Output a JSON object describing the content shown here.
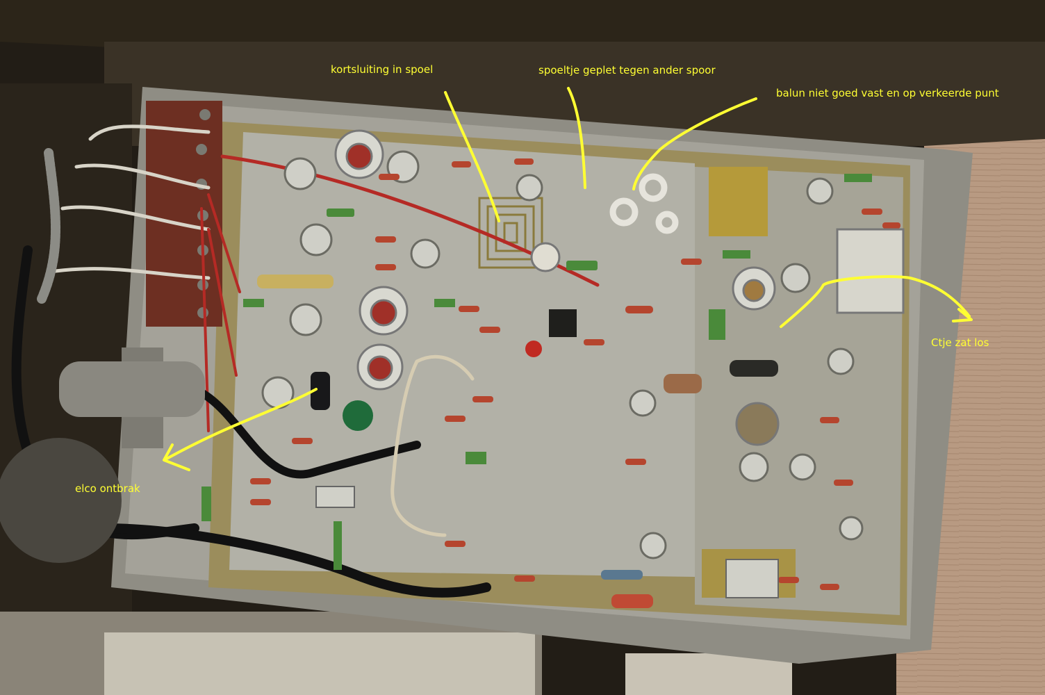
{
  "annotations": {
    "short_circuit_coil": "kortsluiting in spoel",
    "coil_pressed": "spoeltje geplet tegen ander spoor",
    "balun_loose": "balun niet goed vast en op verkeerde punt",
    "ct_loose": "Ctje zat los",
    "elco_missing": "elco ontbrak"
  },
  "colors": {
    "annotation": "#ffff33",
    "pcb_substrate": "#9a8c5a",
    "pcb_copper": "#b9b8ad",
    "chassis": "#8e8c82",
    "resistor_body": "#b5452e",
    "capacitor_green": "#4a8a3a"
  }
}
